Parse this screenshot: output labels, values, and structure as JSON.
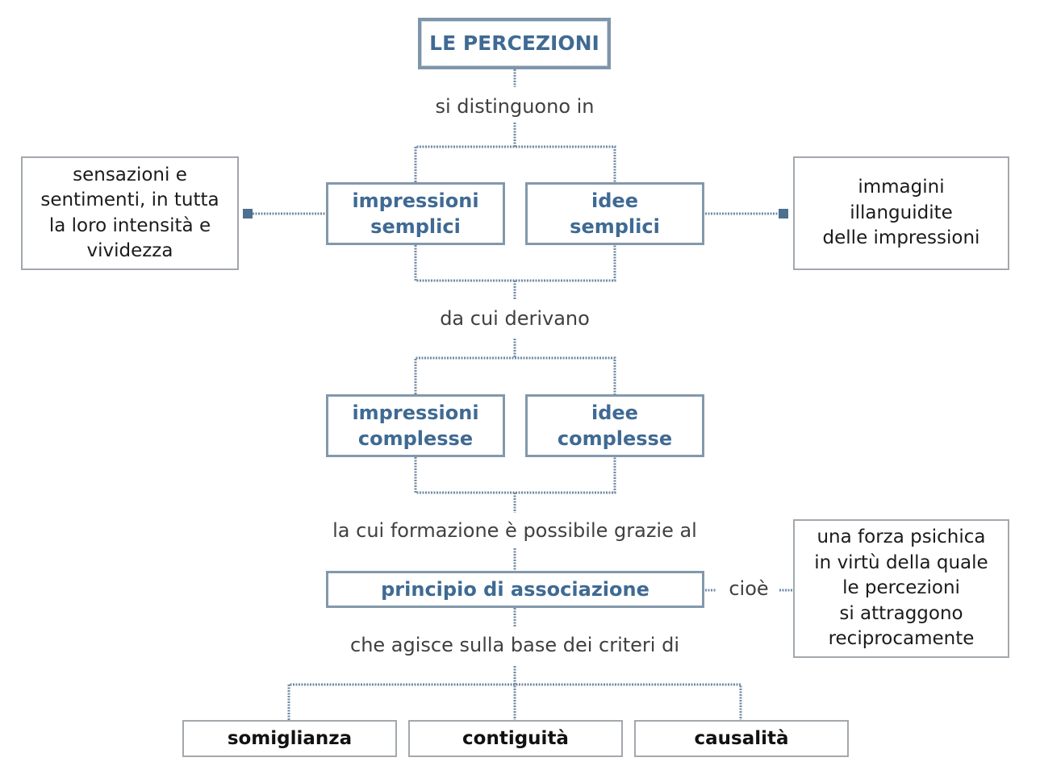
{
  "title": "LE PERCEZIONI",
  "connector_color": "#6f8aa4",
  "box_text_color": "#3f6a93",
  "links": {
    "si_distinguono": "si distinguono in",
    "da_cui_derivano": "da cui derivano",
    "formazione": "la cui formazione è possibile grazie al",
    "agisce": "che agisce sulla base dei criteri di",
    "cioe": "cioè"
  },
  "nodes": {
    "impressioni_semplici": "impressioni\nsemplici",
    "idee_semplici": "idee\nsemplici",
    "impressioni_complesse": "impressioni\ncomplesse",
    "idee_complesse": "idee\ncomplesse",
    "principio": "principio di associazione"
  },
  "notes": {
    "sensazioni": "sensazioni e\nsentimenti, in tutta\nla loro intensità e\nvividezza",
    "immagini": "immagini\nillanguidite\ndelle impressioni",
    "forza": "una forza psichica\nin virtù della quale\nle percezioni\nsi attraggono\nreciprocamente"
  },
  "criteria": [
    "somiglianza",
    "contiguità",
    "causalità"
  ]
}
